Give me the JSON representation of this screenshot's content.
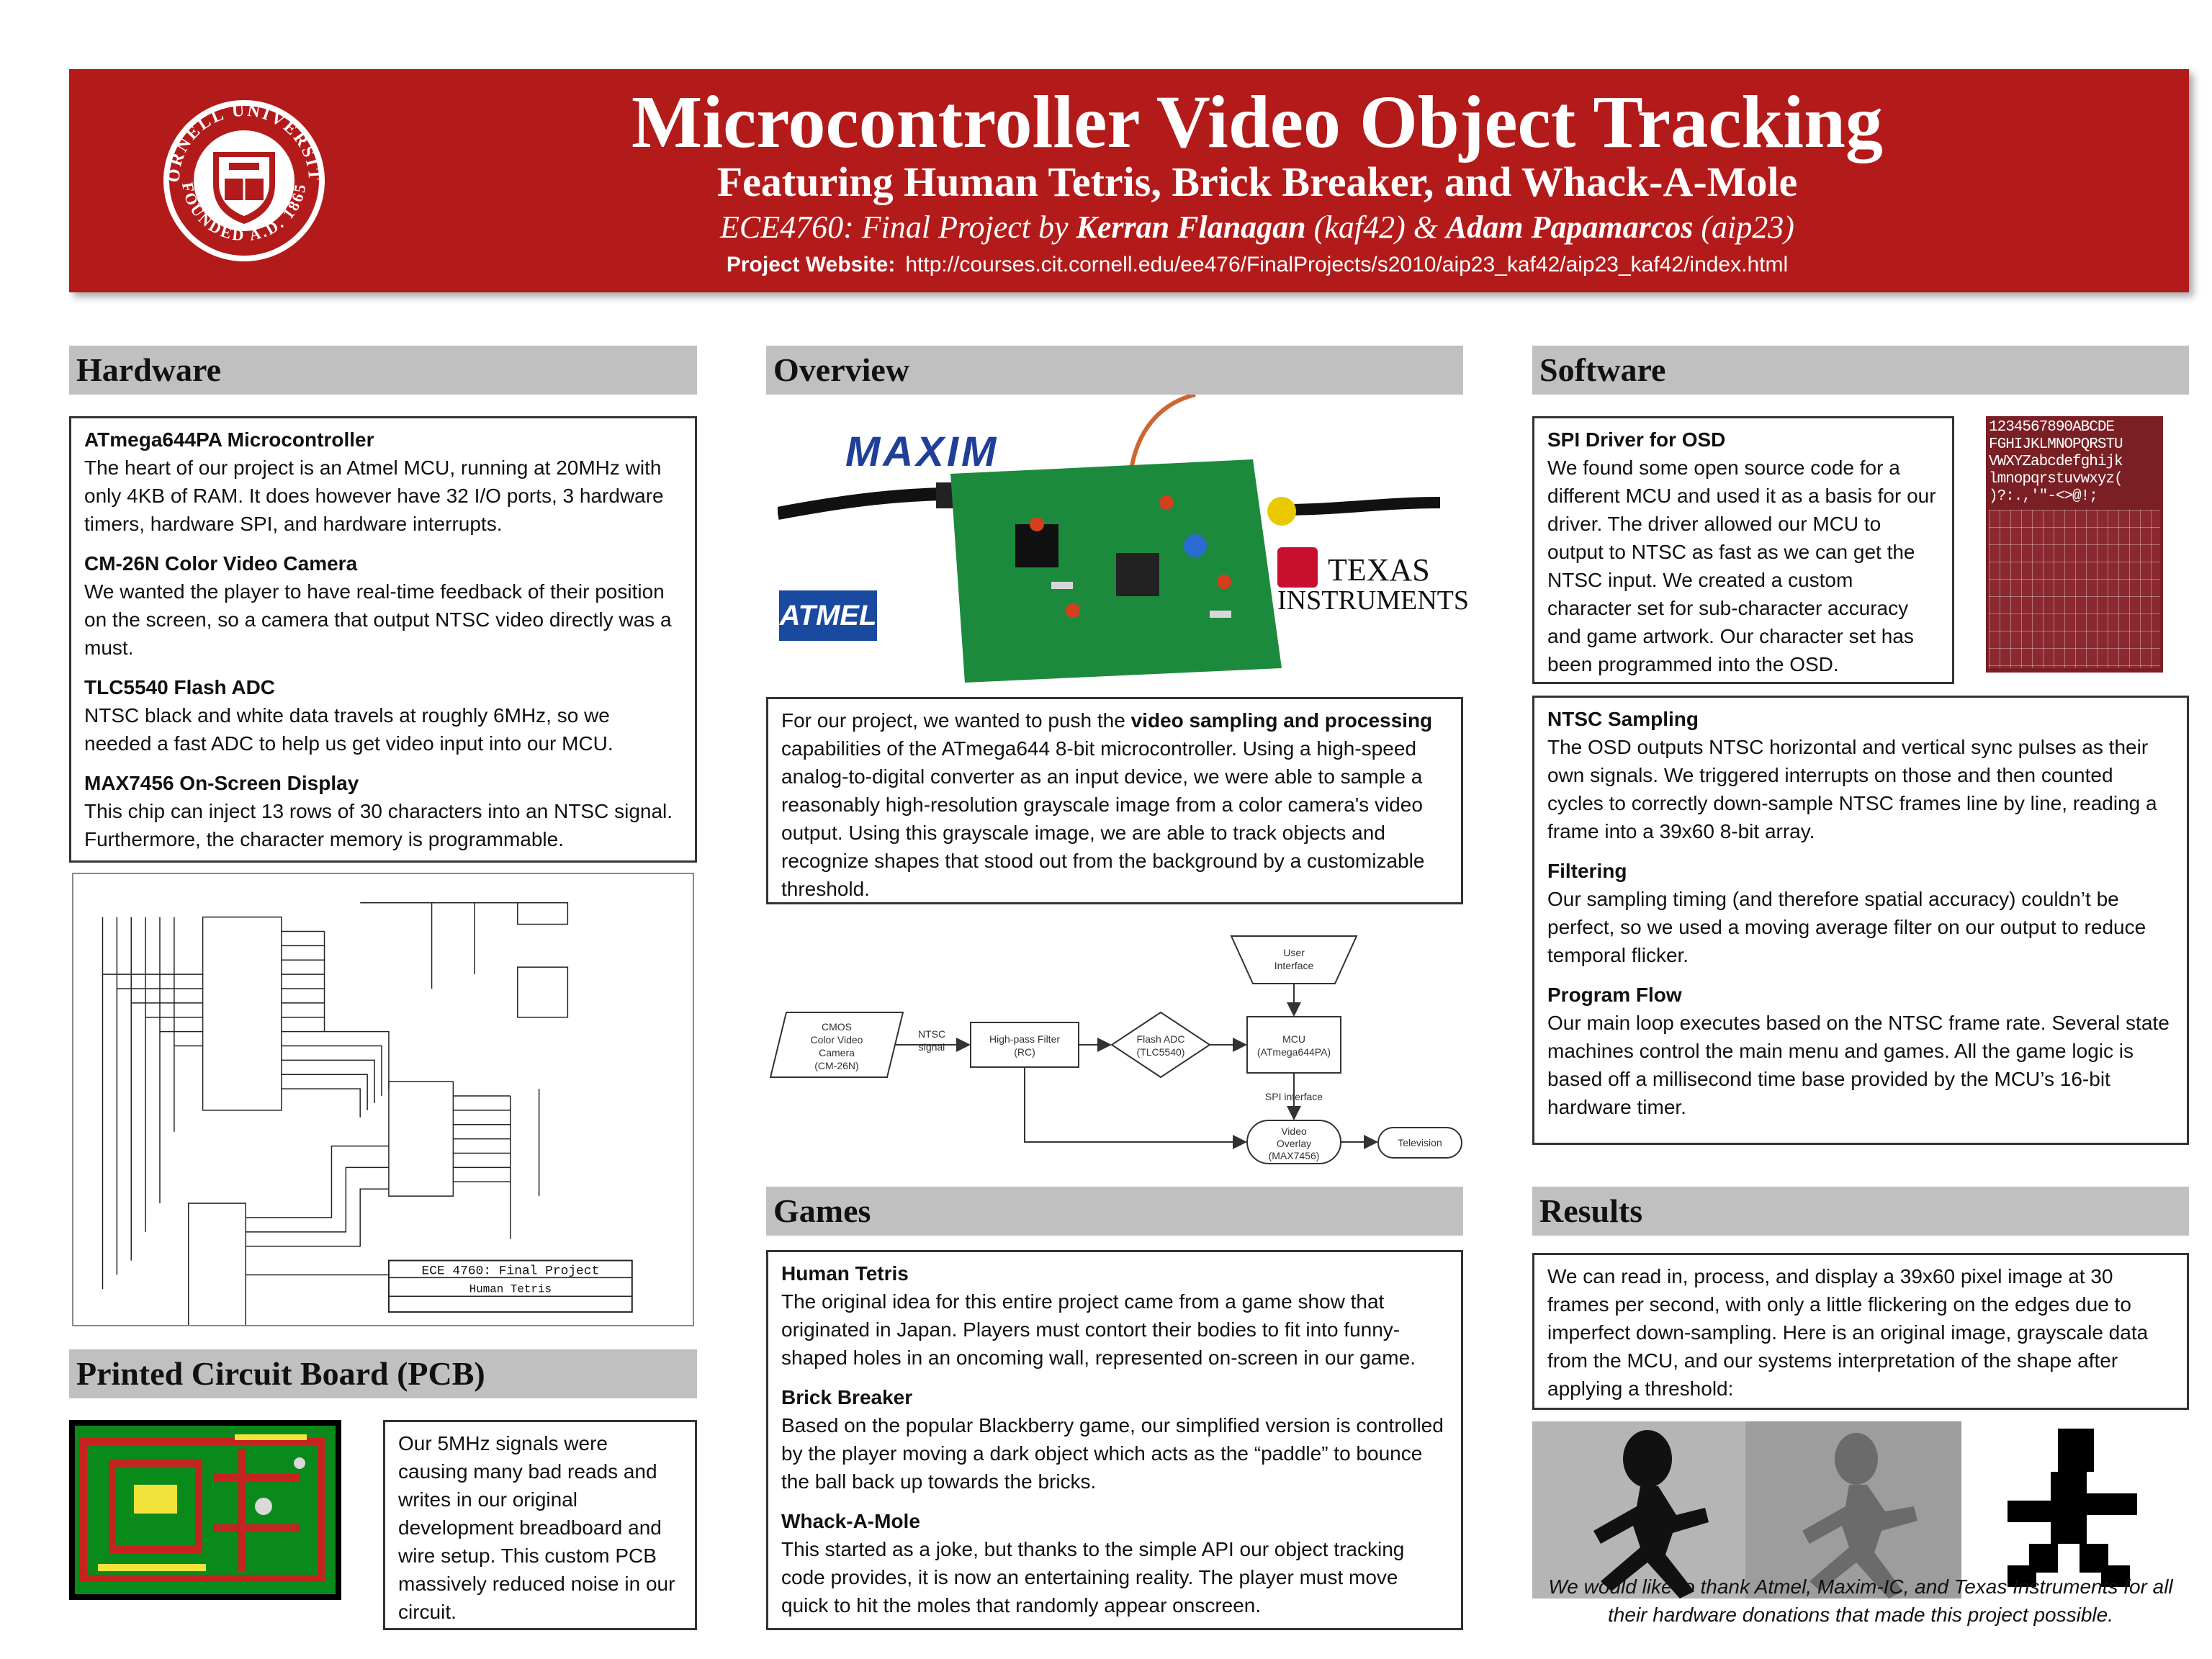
{
  "header": {
    "title": "Microcontroller Video Object Tracking",
    "subtitle": "Featuring Human Tetris, Brick Breaker, and Whack-A-Mole",
    "byline_course": "ECE4760: Final Project",
    "byline_by": " by ",
    "author1": "Kerran Flanagan",
    "author1_id": " (kaf42) & ",
    "author2": "Adam Papamarcos",
    "author2_id": " (aip23)",
    "website_label": "Project Website:",
    "website_url": "http://courses.cit.cornell.edu/ee476/FinalProjects/s2010/aip23_kaf42/aip23_kaf42/index.html",
    "seal_text_top": "CORNELL UNIVERSITY",
    "seal_text_bottom": "FOUNDED A.D. 1865"
  },
  "hardware": {
    "heading": "Hardware",
    "items": [
      {
        "title": "ATmega644PA Microcontroller",
        "text": "The heart of our project is an Atmel MCU, running at 20MHz with only 4KB of RAM. It does however have 32 I/O ports, 3 hardware timers, hardware SPI, and hardware interrupts."
      },
      {
        "title": "CM-26N Color Video Camera",
        "text": "We wanted the player to have real-time feedback of their position on the screen, so a camera that output NTSC video directly was a must."
      },
      {
        "title": "TLC5540 Flash ADC",
        "text": "NTSC black and white data travels at roughly 6MHz, so we needed a fast ADC to help us get video input into our MCU."
      },
      {
        "title": "MAX7456 On-Screen Display",
        "text": "This chip can inject 13 rows of 30 characters into an NTSC signal. Furthermore, the character memory is programmable."
      }
    ],
    "schematic_title": "ECE 4760: Final Project",
    "schematic_name": "Human Tetris"
  },
  "pcb": {
    "heading": "Printed Circuit Board (PCB)",
    "text": "Our 5MHz signals were causing many bad reads and writes in our original development breadboard and wire setup. This custom PCB massively reduced noise in our circuit."
  },
  "overview": {
    "heading": "Overview",
    "logo_maxim": "MAXIM",
    "logo_atmel": "ATMEL",
    "logo_ti_1": "TEXAS",
    "logo_ti_2": "INSTRUMENTS",
    "text_before": "For our project, we wanted to push the ",
    "text_bold": "video sampling and processing",
    "text_after": " capabilities of the ATmega644 8-bit microcontroller. Using a high-speed analog-to-digital converter as an input device, we were able to sample a reasonably high-resolution grayscale image from a color camera's video output. Using this grayscale image, we are able to track objects and recognize shapes that stood out from the background by a customizable threshold.",
    "flow": {
      "camera": [
        "CMOS",
        "Color Video",
        "Camera",
        "(CM-26N)"
      ],
      "ntsc": [
        "NTSC",
        "signal"
      ],
      "filter": [
        "High-pass Filter",
        "(RC)"
      ],
      "adc": [
        "Flash ADC",
        "(TLC5540)"
      ],
      "mcu": [
        "MCU",
        "(ATmega644PA)"
      ],
      "ui": [
        "User",
        "Interface"
      ],
      "spi": "SPI interface",
      "overlay": [
        "Video",
        "Overlay",
        "(MAX7456)"
      ],
      "tv": "Television"
    }
  },
  "games": {
    "heading": "Games",
    "items": [
      {
        "title": "Human Tetris",
        "text": "The original idea for this entire project came from a game show that originated in Japan. Players must contort their bodies to fit into funny-shaped holes in an oncoming wall, represented on-screen in our game."
      },
      {
        "title": "Brick Breaker",
        "text": "Based on the popular Blackberry game, our simplified version is controlled by the player moving a dark object which acts as the “paddle” to bounce the ball back up towards the bricks."
      },
      {
        "title": "Whack-A-Mole",
        "text": "This started as a joke, but thanks to the simple API our object tracking code provides, it is now an entertaining reality. The player must move quick to hit the moles that randomly appear onscreen."
      }
    ]
  },
  "software": {
    "heading": "Software",
    "spi": {
      "title": "SPI Driver for OSD",
      "text": "We found some open source code for a different MCU and used it as a basis for our driver. The driver allowed our MCU to output to NTSC as fast as we can get the NTSC input. We created a custom character set for sub-character accuracy and game artwork. Our character set has been programmed into the OSD."
    },
    "charset_rows": [
      "1234567890ABCDE",
      "FGHIJKLMNOPQRSTU",
      "VWXYZabcdefghijk",
      "lmnopqrstuvwxyz(",
      ")?:.,'\"-<>@!;"
    ],
    "items": [
      {
        "title": "NTSC Sampling",
        "text": "The OSD outputs NTSC horizontal and vertical sync pulses as their own signals. We triggered interrupts on those and then counted cycles to correctly down-sample NTSC frames line by line, reading a frame into a 39x60 8-bit array."
      },
      {
        "title": "Filtering",
        "text": "Our sampling timing (and therefore spatial accuracy) couldn’t be perfect, so we used a moving average filter on our output to reduce temporal flicker."
      },
      {
        "title": "Program Flow",
        "text": "Our main loop executes based on the NTSC frame rate. Several state machines control the main menu and games. All the game logic is based off a millisecond time base provided by the MCU’s 16-bit hardware timer."
      }
    ]
  },
  "results": {
    "heading": "Results",
    "text": "We can read in, process, and display a 39x60 pixel image at 30 frames per second, with only a little flickering on the edges due to imperfect down-sampling. Here is an original image, grayscale data from the MCU, and our systems interpretation of the shape after applying a threshold:",
    "thanks": "We would like to thank Atmel, Maxim-IC, and Texas Instruments for all their hardware donations that made this project possible."
  },
  "colors": {
    "header_red": "#b31b1b",
    "section_gray": "#c0c0c0"
  }
}
